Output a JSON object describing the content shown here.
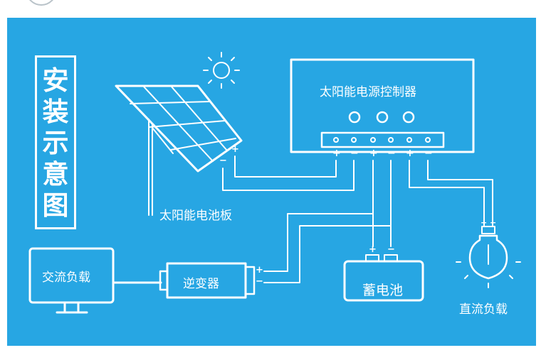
{
  "diagram": {
    "title_chars": [
      "安",
      "装",
      "示",
      "意",
      "图"
    ],
    "controller_label": "太阳能电源控制器",
    "solar_panel_label": "太阳能电池板",
    "ac_load_label": "交流负载",
    "inverter_label": "逆变器",
    "battery_label": "蓄电池",
    "dc_load_label": "直流负载",
    "terminal_signs": [
      "+",
      "−",
      "+",
      "−",
      "+",
      "−"
    ],
    "panel_signs": [
      "−",
      "+"
    ],
    "inverter_signs": [
      "+",
      "−"
    ],
    "battery_signs": [
      "+",
      "−"
    ],
    "bulb_signs": [
      "+",
      "−"
    ]
  },
  "colors": {
    "background": "#27a6e3",
    "line": "#ffffff"
  },
  "icons": [
    "sun-icon",
    "solar-panel-icon",
    "monitor-icon",
    "light-bulb-icon",
    "battery-icon"
  ]
}
